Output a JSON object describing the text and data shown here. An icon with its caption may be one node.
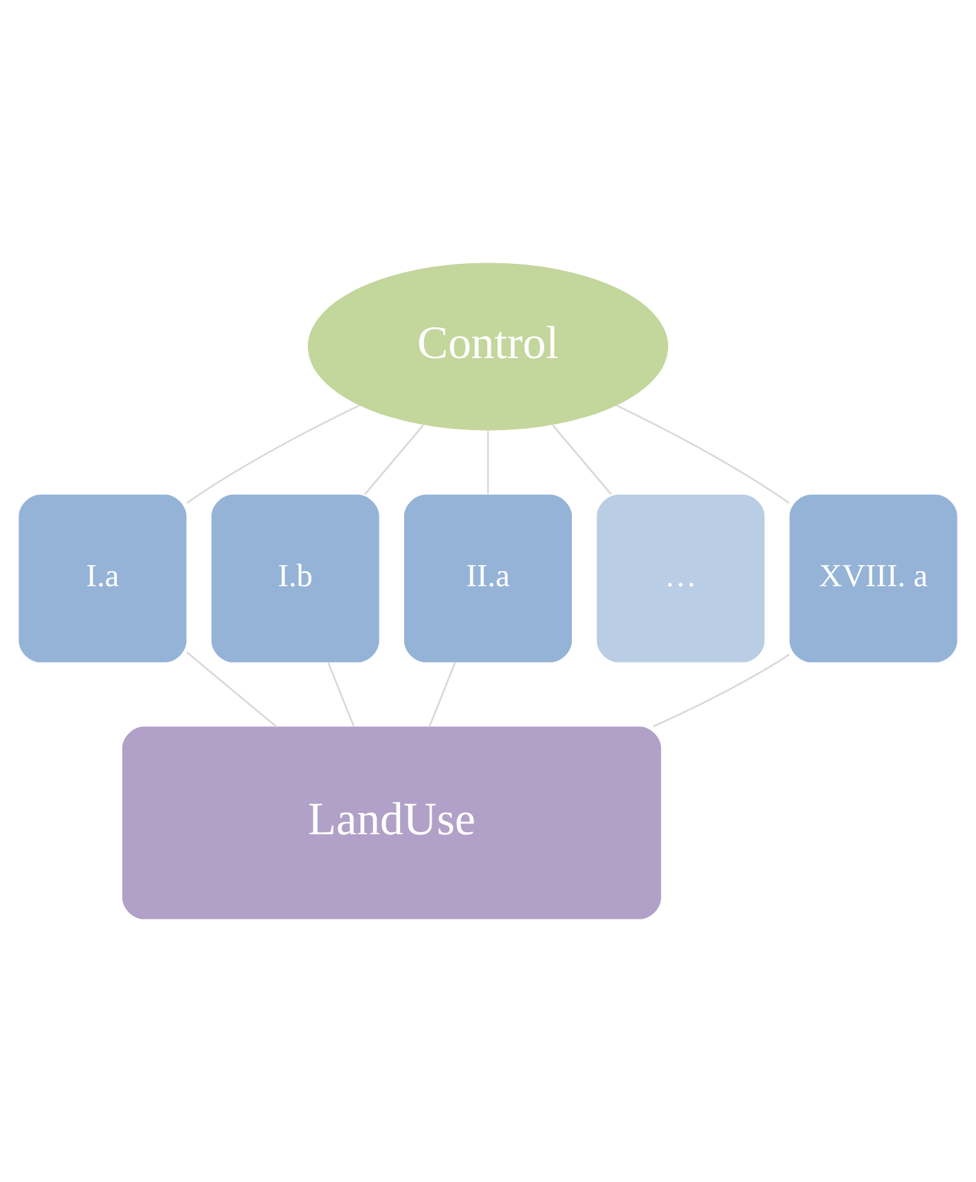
{
  "diagram": {
    "nodes": [
      {
        "text": [
          "Control"
        ]
      },
      {
        "text": [
          "I.a"
        ]
      },
      {
        "text": [
          "I.b"
        ]
      },
      {
        "text": [
          "II.a"
        ]
      },
      {
        "text": [
          "…"
        ]
      },
      {
        "text": [
          "XVIII. a"
        ]
      },
      {
        "text": [
          "LandUse"
        ]
      }
    ],
    "edges": [
      {
        "from": 0,
        "to": 1,
        "arrow": "none"
      },
      {
        "from": 0,
        "to": 2,
        "arrow": "none"
      },
      {
        "from": 0,
        "to": 3,
        "arrow": "none"
      },
      {
        "from": 0,
        "to": 4,
        "arrow": "none"
      },
      {
        "from": 0,
        "to": 5,
        "arrow": "none"
      },
      {
        "from": 1,
        "to": 6,
        "arrow": "none"
      },
      {
        "from": 2,
        "to": 6,
        "arrow": "none"
      },
      {
        "from": 3,
        "to": 6,
        "arrow": "none"
      },
      {
        "from": 5,
        "to": 6,
        "arrow": "none"
      }
    ]
  }
}
